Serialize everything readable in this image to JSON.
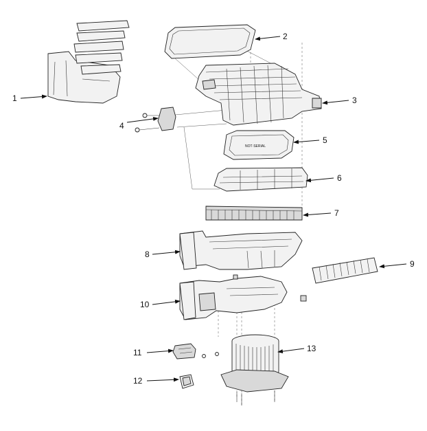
{
  "callouts": [
    {
      "label": "1"
    },
    {
      "label": "2"
    },
    {
      "label": "3"
    },
    {
      "label": "4"
    },
    {
      "label": "5"
    },
    {
      "label": "6"
    },
    {
      "label": "7"
    },
    {
      "label": "8"
    },
    {
      "label": "9"
    },
    {
      "label": "10"
    },
    {
      "label": "11"
    },
    {
      "label": "12"
    },
    {
      "label": "13"
    }
  ],
  "filter_marking": "NOT·SERIAL"
}
